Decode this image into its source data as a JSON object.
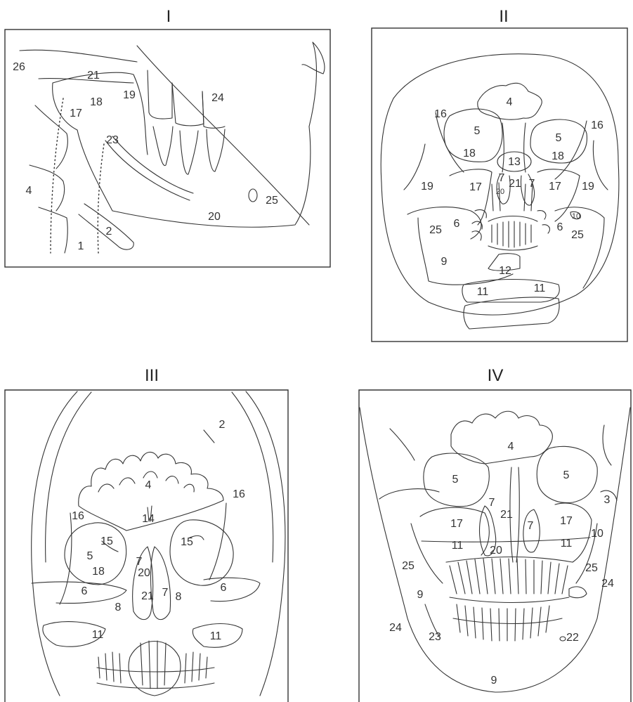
{
  "panels": [
    {
      "id": "I",
      "title": "I",
      "labels": [
        "26",
        "21",
        "19",
        "24",
        "18",
        "17",
        "23",
        "4",
        "25",
        "20",
        "2",
        "1"
      ]
    },
    {
      "id": "II",
      "title": "II",
      "labels": [
        "4",
        "16",
        "16",
        "5",
        "5",
        "18",
        "18",
        "13",
        "7",
        "7",
        "21",
        "20",
        "19",
        "17",
        "17",
        "19",
        "10",
        "25",
        "6",
        "6",
        "25",
        "9",
        "12",
        "11",
        "11"
      ]
    },
    {
      "id": "III",
      "title": "III",
      "labels": [
        "2",
        "4",
        "16",
        "16",
        "14",
        "15",
        "15",
        "5",
        "7",
        "18",
        "20",
        "6",
        "6",
        "8",
        "21",
        "7",
        "8",
        "11",
        "11"
      ]
    },
    {
      "id": "IV",
      "title": "IV",
      "labels": [
        "4",
        "5",
        "5",
        "3",
        "7",
        "21",
        "17",
        "7",
        "17",
        "10",
        "11",
        "20",
        "11",
        "25",
        "25",
        "24",
        "9",
        "24",
        "23",
        "22",
        "9"
      ]
    }
  ]
}
